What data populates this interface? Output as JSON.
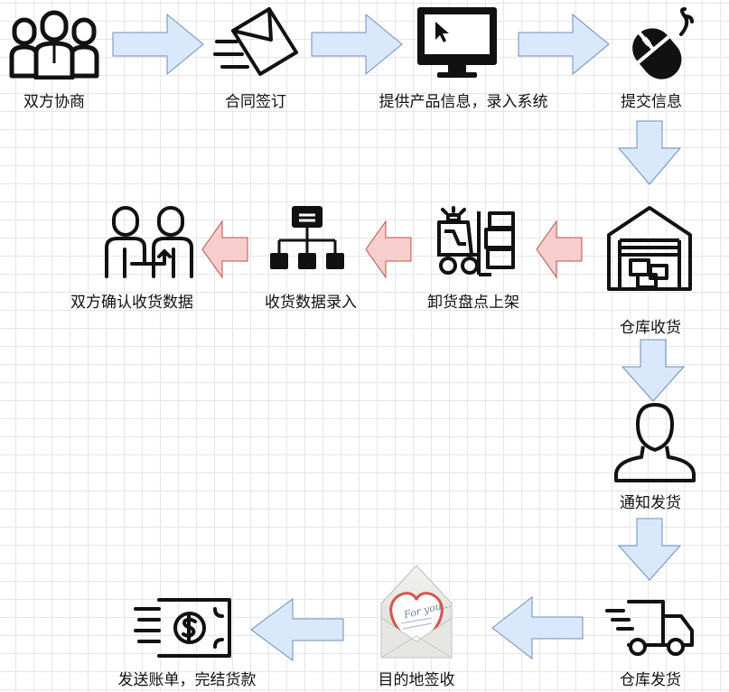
{
  "nodes": [
    {
      "id": "negotiate",
      "label": "双方协商",
      "icon": "people-group-icon"
    },
    {
      "id": "contract",
      "label": "合同签订",
      "icon": "envelope-send-icon"
    },
    {
      "id": "product_info",
      "label": "提供产品信息，录入系统",
      "icon": "computer-monitor-icon"
    },
    {
      "id": "submit",
      "label": "提交信息",
      "icon": "computer-mouse-icon"
    },
    {
      "id": "warehouse_receive",
      "label": "仓库收货",
      "icon": "warehouse-icon"
    },
    {
      "id": "unload_count",
      "label": "卸货盘点上架",
      "icon": "forklift-icon"
    },
    {
      "id": "receipt_entry",
      "label": "收货数据录入",
      "icon": "org-chart-icon"
    },
    {
      "id": "confirm",
      "label": "双方确认收货数据",
      "icon": "handover-icon"
    },
    {
      "id": "notify_ship",
      "label": "通知发货",
      "icon": "user-avatar-icon"
    },
    {
      "id": "warehouse_ship",
      "label": "仓库发货",
      "icon": "delivery-truck-icon"
    },
    {
      "id": "destination_sign",
      "label": "目的地签收",
      "icon": "love-letter-icon"
    },
    {
      "id": "billing",
      "label": "发送账单，完结货款",
      "icon": "money-bill-icon"
    }
  ],
  "envelope_text": "For you...",
  "colors": {
    "flow_arrow": "#dae8fc",
    "flow_arrow_stroke": "#6c8ebf",
    "return_arrow": "#f8cecc",
    "return_arrow_stroke": "#b85450",
    "icon": "#111111"
  }
}
